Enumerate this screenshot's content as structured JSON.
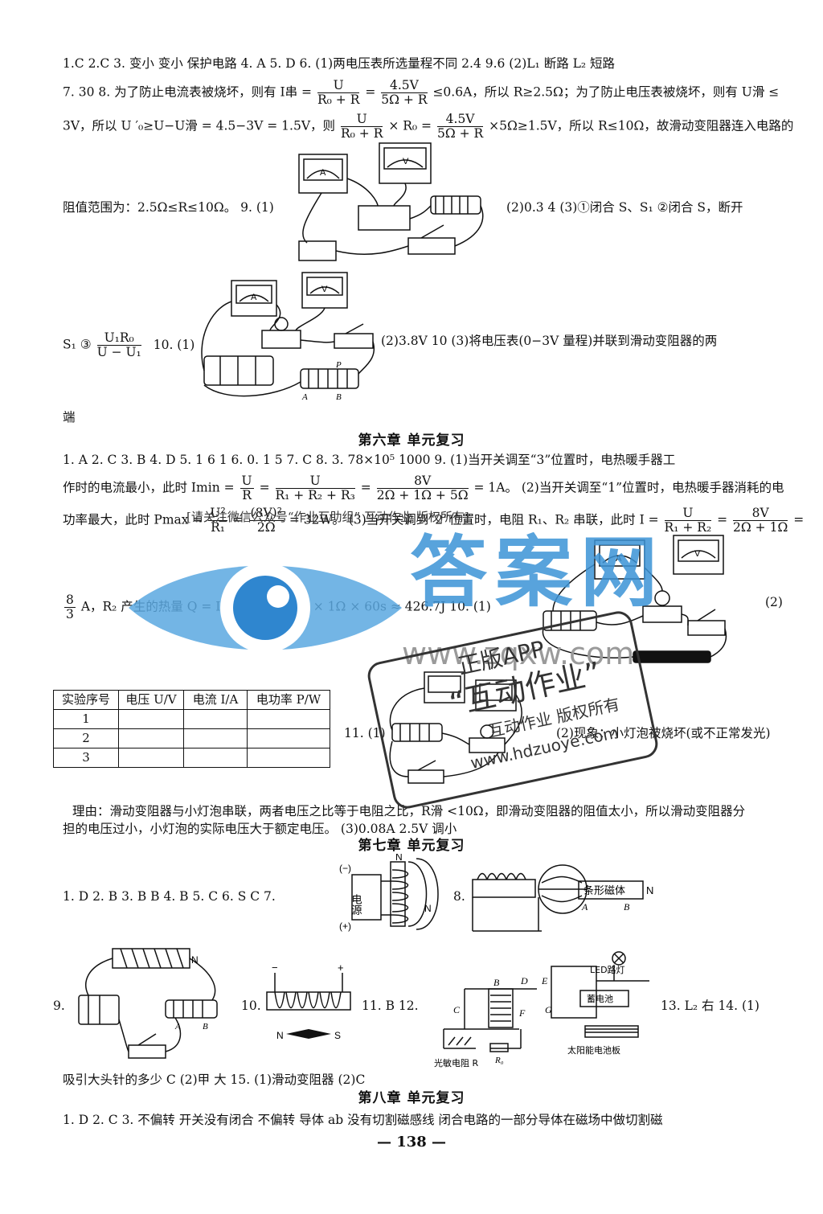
{
  "lines": {
    "l1": "1.C  2.C  3. 变小  变小  保护电路  4. A  5. D  6. (1)两电压表所选量程不同  2.4  9.6  (2)L₁ 断路  L₂ 短路",
    "l2a": "7. 30  8. 为了防止电流表被烧坏，则有 I串 =",
    "l2b": "=",
    "l2c": "≤0.6A，所以 R≥2.5Ω；为了防止电压表被烧坏，则有 U滑 ≤",
    "l3a": "3V，所以 U ′₀≥U−U滑 = 4.5−3V = 1.5V，则",
    "l3b": "× R₀ =",
    "l3c": "×5Ω≥1.5V，所以 R≤10Ω，故滑动变阻器连入电路的",
    "l4a": "阻值范围为：2.5Ω≤R≤10Ω。  9. (1)",
    "l4b": "(2)0.3  4  (3)①闭合 S、S₁  ②闭合 S，断开",
    "l5a": "S₁  ③",
    "l5b": "10. (1)",
    "l5c": "(2)3.8V  10  (3)将电压表(0−3V 量程)并联到滑动变阻器的两",
    "l6": "端",
    "l7": "1. A  2. C  3. B  4. D  5. 1  6  1  6. 0. 1  5  7. C  8. 3. 78×10⁵  1000  9. (1)当开关调至“3”位置时，电热暖手器工",
    "l8a": "作时的电流最小，此时 Imin =",
    "l8b": "=",
    "l8c": "=",
    "l8d": "= 1A。  (2)当开关调至“1”位置时，电热暖手器消耗的电",
    "l9a": "功率最大，此时 Pmax =",
    "l9b": "= 32W。  (3)当开关调到“2”位置时，电阻 R₁、R₂ 串联，此时 I =",
    "l9c": "=",
    "l9d": "=",
    "l10a": "A，R₂ 产生的热量 Q = I²R₂t = (",
    "l10b": "A)² × 1Ω × 60s ≈ 426.7J  10. (1)",
    "l10c": "(2)",
    "l11a": "11. (1)",
    "l11b": "(2)现象：小灯泡被烧坏(或不正常发光)",
    "l12": "理由：滑动变阻器与小灯泡串联，两者电压之比等于电阻之比，R滑 <10Ω，即滑动变阻器的阻值太小，所以滑动变阻器分",
    "l13": "担的电压过小，小灯泡的实际电压大于额定电压。  (3)0.08A  2.5V  调小",
    "l14": "1. D  2. B  3. B  B  4. B  5. C  6. S  C  7.",
    "l14b": "8.",
    "l15a": "9.",
    "l15b": "10.",
    "l15c": "11. B  12.",
    "l15d": "13. L₂  右  14. (1)",
    "l16": "吸引大头针的多少  C  (2)甲  大  15. (1)滑动变阻器  (2)C",
    "l17": "1. D  2. C  3. 不偏转  开关没有闭合  不偏转  导体 ab 没有切割磁感线  闭合电路的一部分导体在磁场中做切割磁"
  },
  "fractions": {
    "f1n": "U",
    "f1d": "R₀ + R",
    "f2n": "4.5V",
    "f2d": "5Ω + R",
    "f3n": "U",
    "f3d": "R₀ + R",
    "f4n": "4.5V",
    "f4d": "5Ω + R",
    "f5n": "U₁R₀",
    "f5d": "U − U₁",
    "f6n": "U",
    "f6d": "R",
    "f7n": "U",
    "f7d": "R₁ + R₂ + R₃",
    "f8n": "8V",
    "f8d": "2Ω + 1Ω + 5Ω",
    "f9n": "U²",
    "f9d": "R₁",
    "f10n": "(8V)²",
    "f10d": "2Ω",
    "f11n": "U",
    "f11d": "R₁ + R₂",
    "f12n": "8V",
    "f12d": "2Ω + 1Ω",
    "f13n": "8",
    "f13d": "3",
    "f14n": "8",
    "f14d": "3"
  },
  "headings": {
    "ch6": "第六章    单元复习",
    "ch7": "第七章    单元复习",
    "ch8": "第八章    单元复习"
  },
  "table": {
    "headers": [
      "实验序号",
      "电压 U/V",
      "电流 I/A",
      "电功率 P/W"
    ],
    "rows": [
      [
        "1",
        "",
        "",
        ""
      ],
      [
        "2",
        "",
        "",
        ""
      ],
      [
        "3",
        "",
        "",
        ""
      ]
    ]
  },
  "figure_labels": {
    "ammeter": "A",
    "voltmeter": "V",
    "bar_magnet": "条形磁体",
    "magnet_n": "N",
    "pole_a": "A",
    "pole_b": "B",
    "power_source": "电源",
    "minus": "(−)",
    "plus": "(+)",
    "n_label": "N",
    "s_label": "S",
    "led_light": "LED路灯",
    "battery": "蓄电池",
    "solar_panel": "太阳能电池板",
    "photo_resistor": "光敏电阻 R",
    "r0": "R₀",
    "relay_b": "B",
    "relay_c": "C",
    "relay_d": "D",
    "relay_e": "E",
    "relay_f": "F",
    "relay_g": "G",
    "rheo_p": "P"
  },
  "watermark": {
    "notice": "[请关注微信公众号“作业互助组” 互动作业 版权所有]",
    "brand": "答案网",
    "site": "www.zqxw.com",
    "stamp1": "正版APP",
    "stamp2": "“互动作业”",
    "stamp3": "互动作业 版权所有",
    "stamp4": "www.hdzuoye.com"
  },
  "page_number": "— 138 —"
}
